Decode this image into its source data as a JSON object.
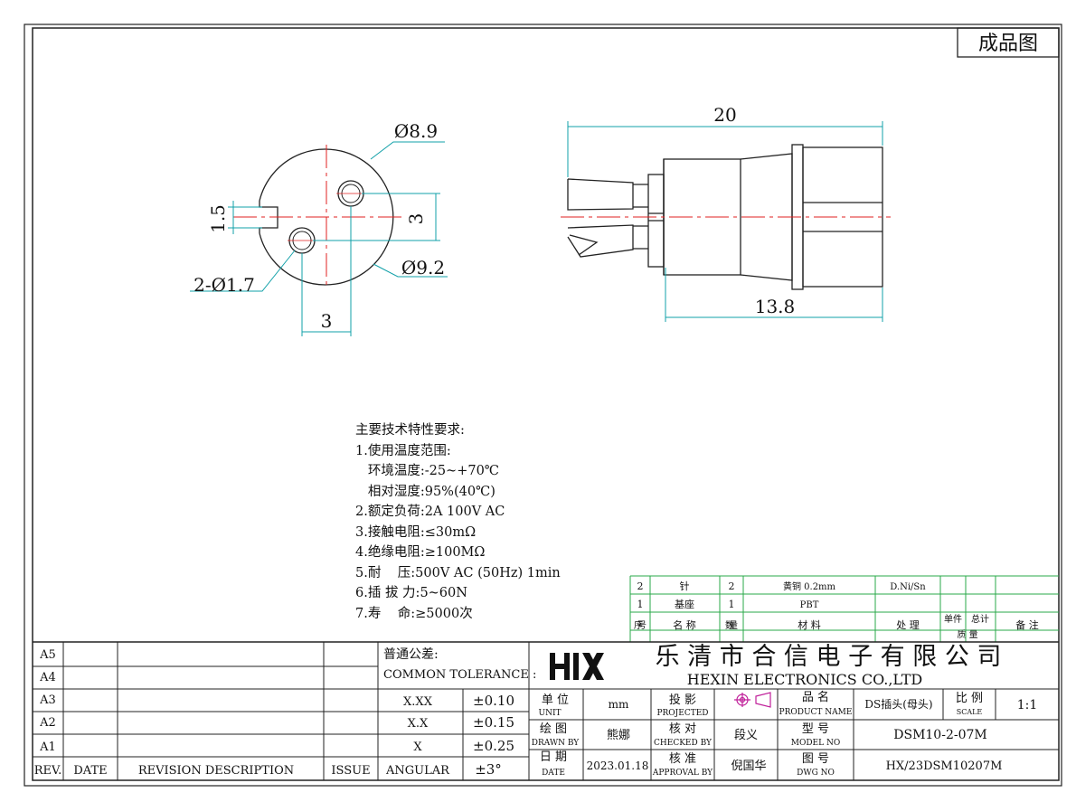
{
  "stamp": "成品图",
  "dimensions": {
    "outer_dia": "Ø8.9",
    "slot_width": "1.5",
    "pin_spacing_v": "3",
    "pin_hole": "2-Ø1.7",
    "flange_dia": "Ø9.2",
    "pin_spacing_h": "3",
    "total_length": "20",
    "body_length": "13.8"
  },
  "specs": {
    "title": "主要技术特性要求:",
    "lines": [
      "1.使用温度范围:",
      "   环境温度:-25~+70℃",
      "   相对湿度:95%(40℃)",
      "2.额定负荷:2A 100V AC",
      "3.接触电阻:≤30mΩ",
      "4.绝缘电阻:≥100MΩ",
      "5.耐    压:500V AC (50Hz) 1min",
      "6.插 拔 力:5~60N",
      "7.寿    命:≥5000次"
    ]
  },
  "bom": {
    "rows": [
      {
        "no": "2",
        "name": "针",
        "qty": "2",
        "material": "黄铜 0.2mm",
        "treatment": "D.Ni/Sn"
      },
      {
        "no": "1",
        "name": "基座",
        "qty": "1",
        "material": "PBT",
        "treatment": ""
      }
    ],
    "headers": {
      "no": "序号",
      "name": "名  称",
      "qty": "数量",
      "material": "材    料",
      "treatment": "处  理",
      "unit_weight": "单件",
      "total_weight": "总计",
      "weight": "质  量",
      "remark": "备  注"
    }
  },
  "revision": {
    "rows": [
      "A5",
      "A4",
      "A3",
      "A2",
      "A1"
    ],
    "headers": {
      "rev": "REV.",
      "date": "DATE",
      "description": "REVISION  DESCRIPTION",
      "issue": "ISSUE"
    }
  },
  "tolerance": {
    "title": "普通公差:",
    "subtitle": "COMMON TOLERANCE :",
    "rows": [
      {
        "label": "X.XX",
        "value": "±0.10"
      },
      {
        "label": "X.X",
        "value": "±0.15"
      },
      {
        "label": "X",
        "value": "±0.25"
      },
      {
        "label": "ANGULAR",
        "value": "±3°"
      }
    ]
  },
  "company": {
    "logo": "HX",
    "name_cn": "乐 清 市 合 信 电 子 有 限 公 司",
    "name_en": "HEXIN ELECTRONICS CO.,LTD"
  },
  "title_block": {
    "unit_label_cn": "单 位",
    "unit_label_en": "UNIT",
    "unit_value": "mm",
    "projected_cn": "投 影",
    "projected_en": "PROJECTED",
    "product_name_cn": "品 名",
    "product_name_en": "PRODUCT NAME",
    "product_name": "DS插头(母头)",
    "scale_cn": "比 例",
    "scale_en": "SCALE",
    "scale_value": "1:1",
    "drawn_cn": "绘 图",
    "drawn_en": "DRAWN BY",
    "drawn_value": "熊娜",
    "checked_cn": "核 对",
    "checked_en": "CHECKED BY",
    "checked_value": "段义",
    "model_cn": "型 号",
    "model_en": "MODEL NO",
    "model_value": "DSM10-2-07M",
    "date_cn": "日 期",
    "date_en": "DATE",
    "date_value": "2023.01.18",
    "approval_cn": "核 准",
    "approval_en": "APPROVAL BY",
    "approval_value": "倪国华",
    "dwg_cn": "图 号",
    "dwg_en": "DWG NO",
    "dwg_value": "HX/23DSM10207M"
  },
  "colors": {
    "line": "#111111",
    "center": "#e02020",
    "dim": "#11a0a8",
    "green": "#2aa84a",
    "magenta": "#c0209a"
  }
}
